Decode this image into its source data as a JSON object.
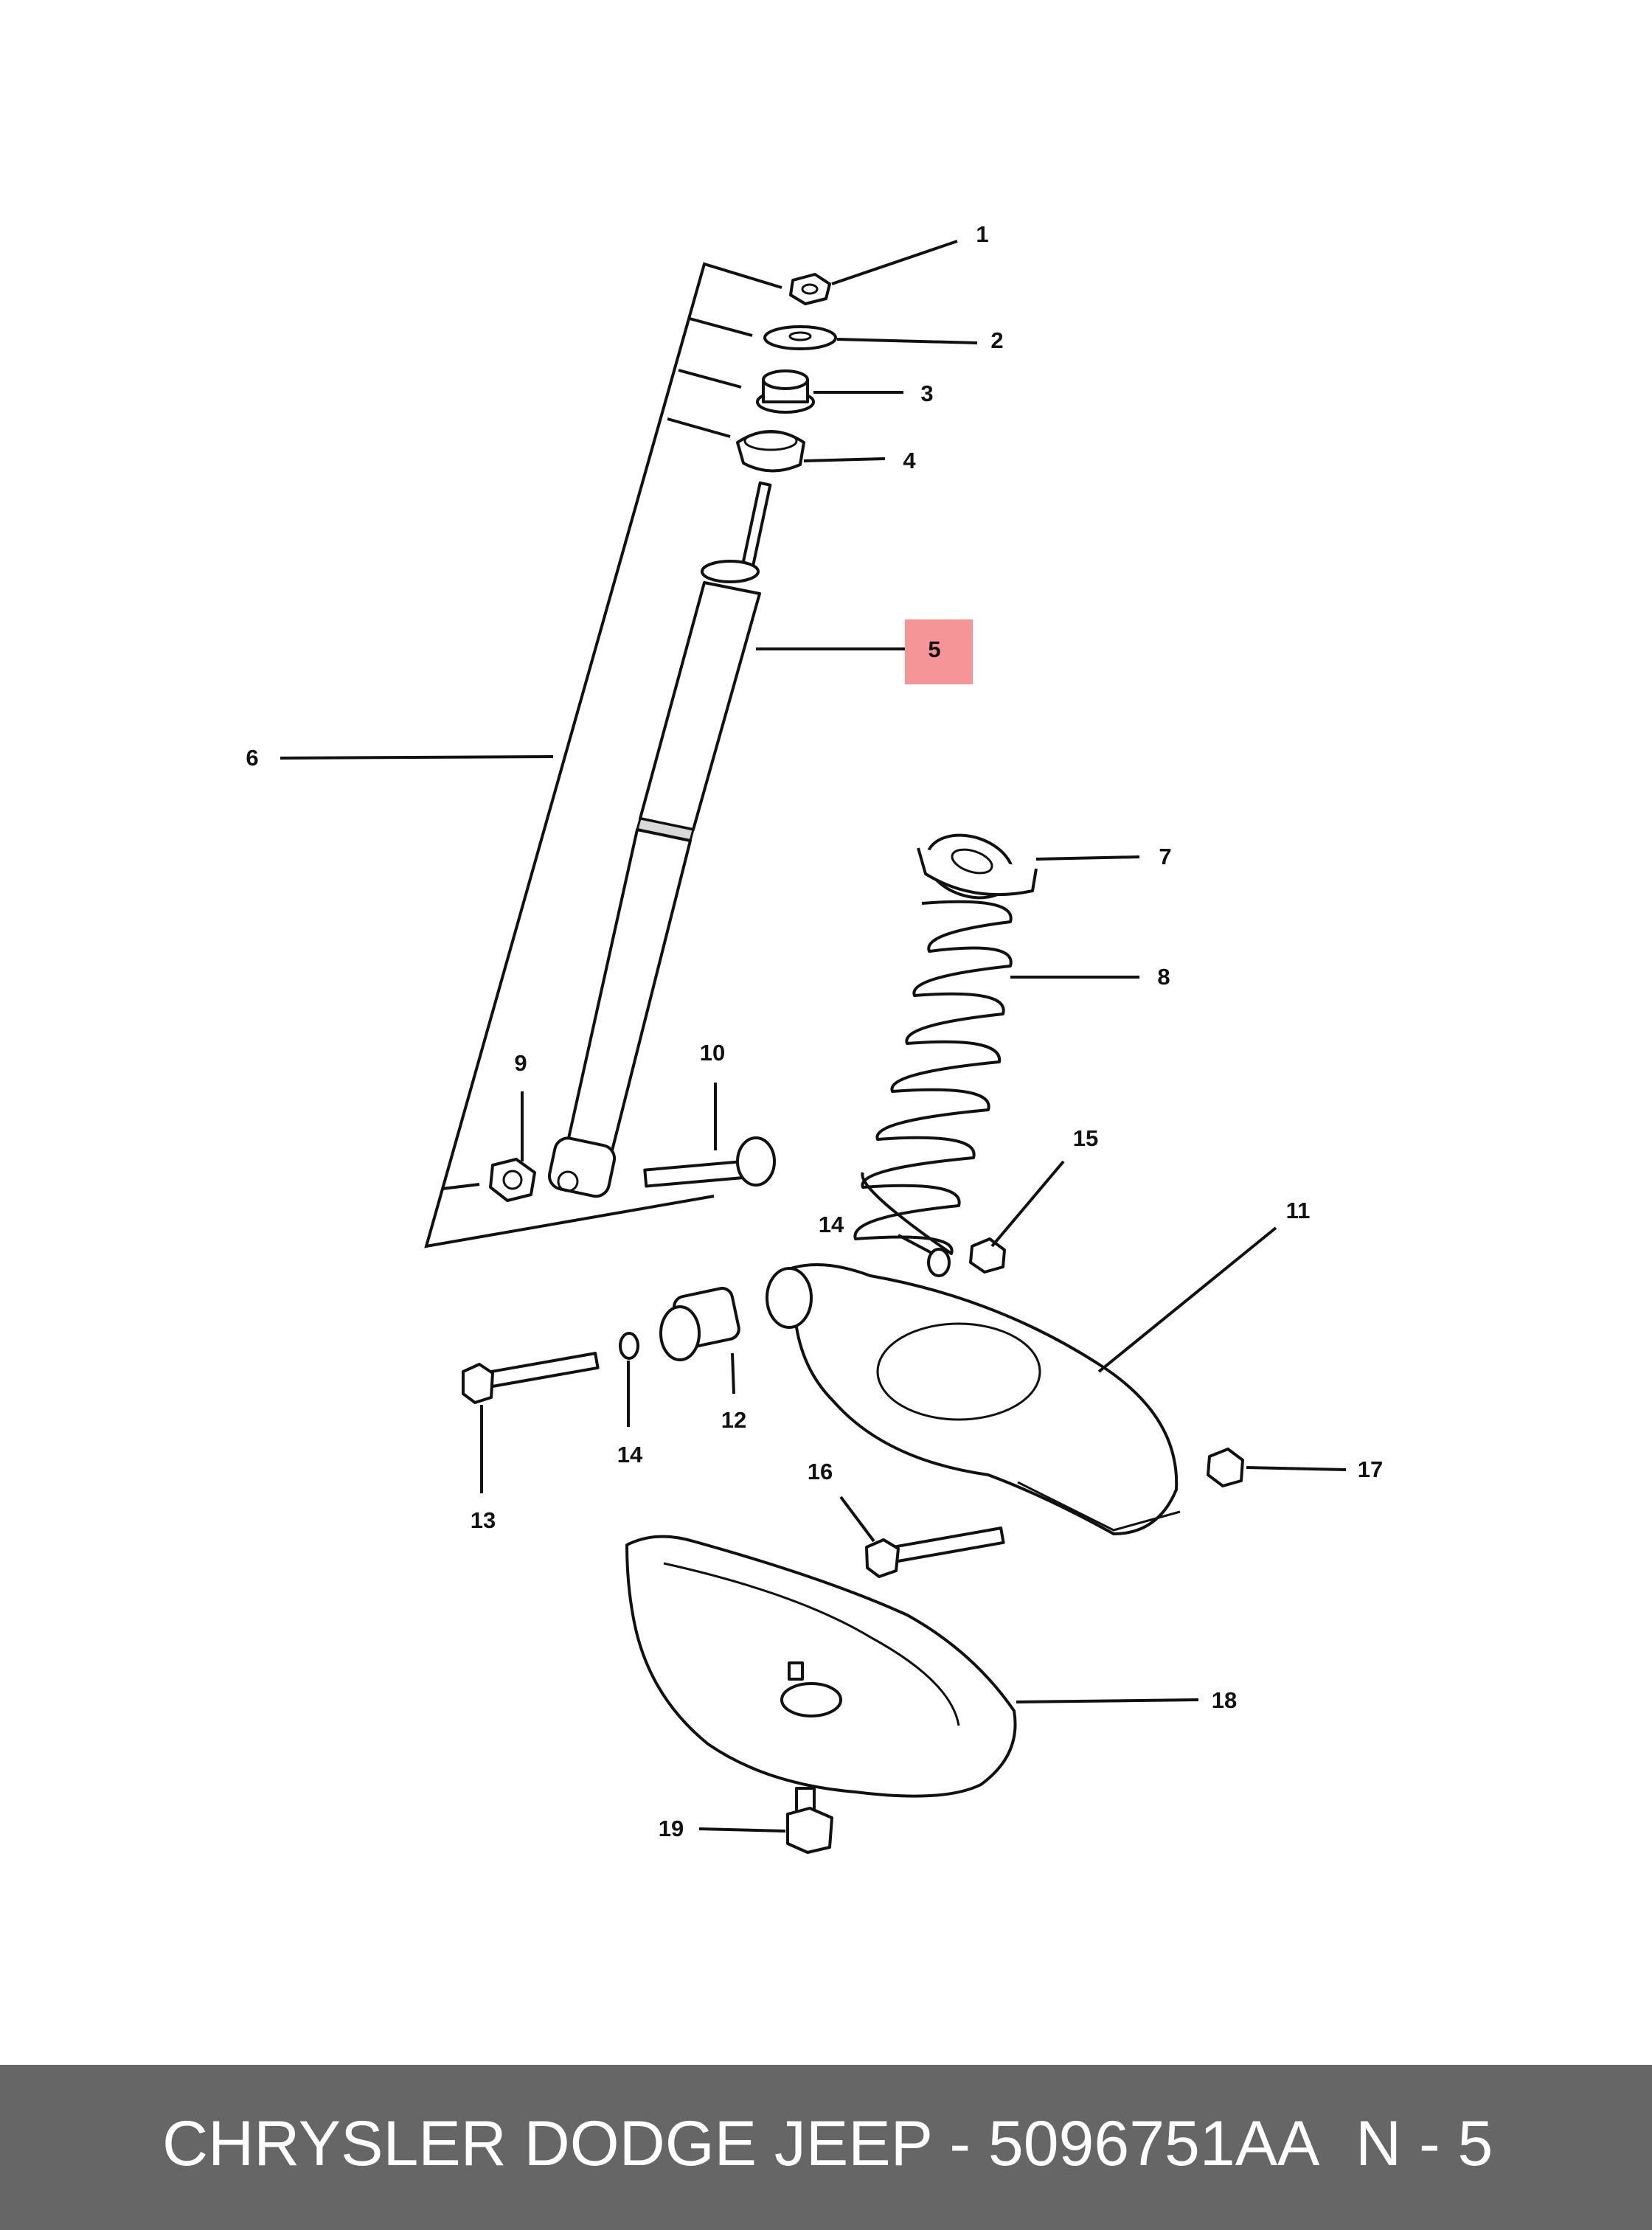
{
  "callouts": [
    {
      "id": "1",
      "label": "1"
    },
    {
      "id": "2",
      "label": "2"
    },
    {
      "id": "3",
      "label": "3"
    },
    {
      "id": "4",
      "label": "4"
    },
    {
      "id": "5",
      "label": "5",
      "highlighted": true
    },
    {
      "id": "6",
      "label": "6"
    },
    {
      "id": "7",
      "label": "7"
    },
    {
      "id": "8",
      "label": "8"
    },
    {
      "id": "9",
      "label": "9"
    },
    {
      "id": "10",
      "label": "10"
    },
    {
      "id": "11",
      "label": "11"
    },
    {
      "id": "12",
      "label": "12"
    },
    {
      "id": "13",
      "label": "13"
    },
    {
      "id": "14a",
      "label": "14"
    },
    {
      "id": "14b",
      "label": "14"
    },
    {
      "id": "15",
      "label": "15"
    },
    {
      "id": "16",
      "label": "16"
    },
    {
      "id": "17",
      "label": "17"
    },
    {
      "id": "18",
      "label": "18"
    },
    {
      "id": "19",
      "label": "19"
    }
  ],
  "colors": {
    "highlight": "#f59597",
    "footer_bg": "#666666",
    "footer_text": "#ffffff"
  },
  "footer": {
    "part_code": "CHRYSLER DODGE JEEP - 5096751AA",
    "page_ref": "N - 5"
  }
}
